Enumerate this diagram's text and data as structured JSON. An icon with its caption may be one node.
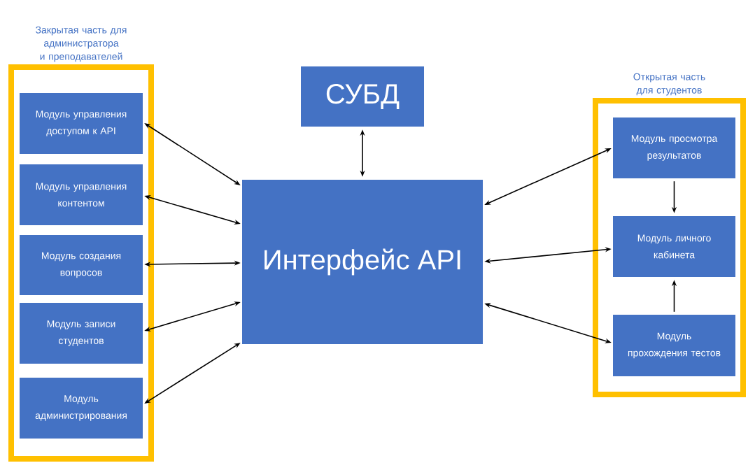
{
  "diagram": {
    "nodes": [
      {
        "text": [
          "Закрытая часть для администратора и преподавателей"
        ]
      },
      {
        "text": [
          "Модуль управления доступом к API"
        ],
        "in": 0
      },
      {
        "text": [
          "Модуль управления контентом"
        ],
        "in": 0
      },
      {
        "text": [
          "Модуль создания вопросов"
        ],
        "in": 0
      },
      {
        "text": [
          "Модуль записи студентов"
        ],
        "in": 0
      },
      {
        "text": [
          "Модуль администрирования"
        ],
        "in": 0
      },
      {
        "text": [
          "СУБД"
        ]
      },
      {
        "text": [
          "Интерфейс API"
        ]
      },
      {
        "text": [
          "Открытая часть для студентов"
        ]
      },
      {
        "text": [
          "Модуль просмотра результатов"
        ],
        "in": 8
      },
      {
        "text": [
          "Модуль личного кабинета"
        ],
        "in": 8
      },
      {
        "text": [
          "Модуль прохождения тестов"
        ],
        "in": 8
      }
    ],
    "edges": [
      {
        "from": 1,
        "to": 7,
        "arrow": "both"
      },
      {
        "from": 2,
        "to": 7,
        "arrow": "both"
      },
      {
        "from": 3,
        "to": 7,
        "arrow": "both"
      },
      {
        "from": 4,
        "to": 7,
        "arrow": "both"
      },
      {
        "from": 5,
        "to": 7,
        "arrow": "both"
      },
      {
        "from": 6,
        "to": 7,
        "arrow": "both"
      },
      {
        "from": 7,
        "to": 9,
        "arrow": "both"
      },
      {
        "from": 7,
        "to": 10,
        "arrow": "both"
      },
      {
        "from": 7,
        "to": 11,
        "arrow": "both"
      },
      {
        "from": 9,
        "to": 10,
        "arrow": "to"
      },
      {
        "from": 11,
        "to": 10,
        "arrow": "to"
      }
    ]
  }
}
